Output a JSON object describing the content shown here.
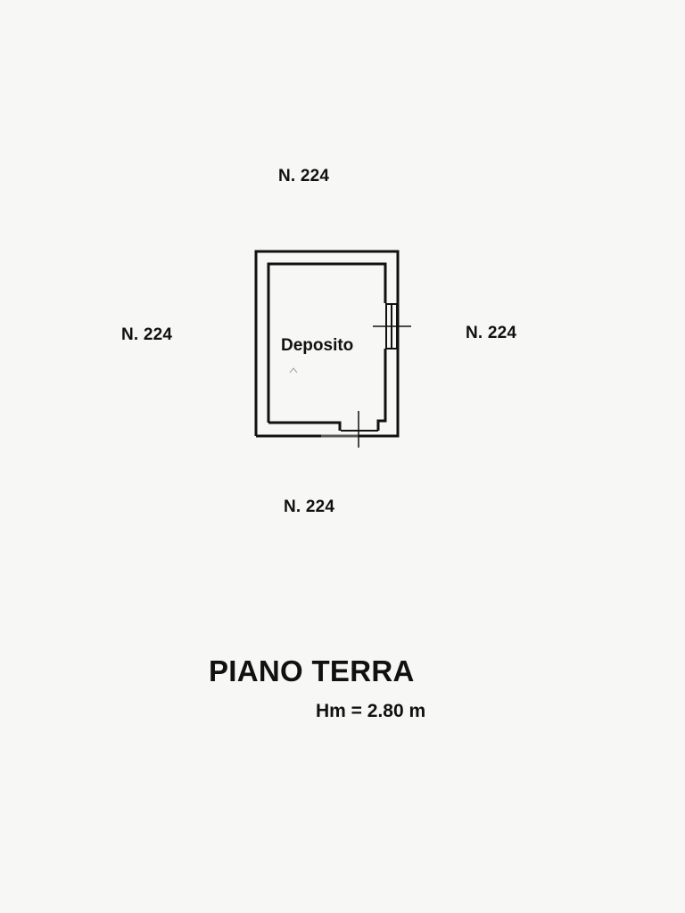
{
  "plan": {
    "neighbors": {
      "north": "N. 224",
      "west": "N. 224",
      "east": "N. 224",
      "south": "N. 224"
    },
    "room": {
      "name": "Deposito"
    },
    "floor": {
      "title": "PIANO TERRA",
      "height": "Hm = 2.80 m"
    }
  }
}
